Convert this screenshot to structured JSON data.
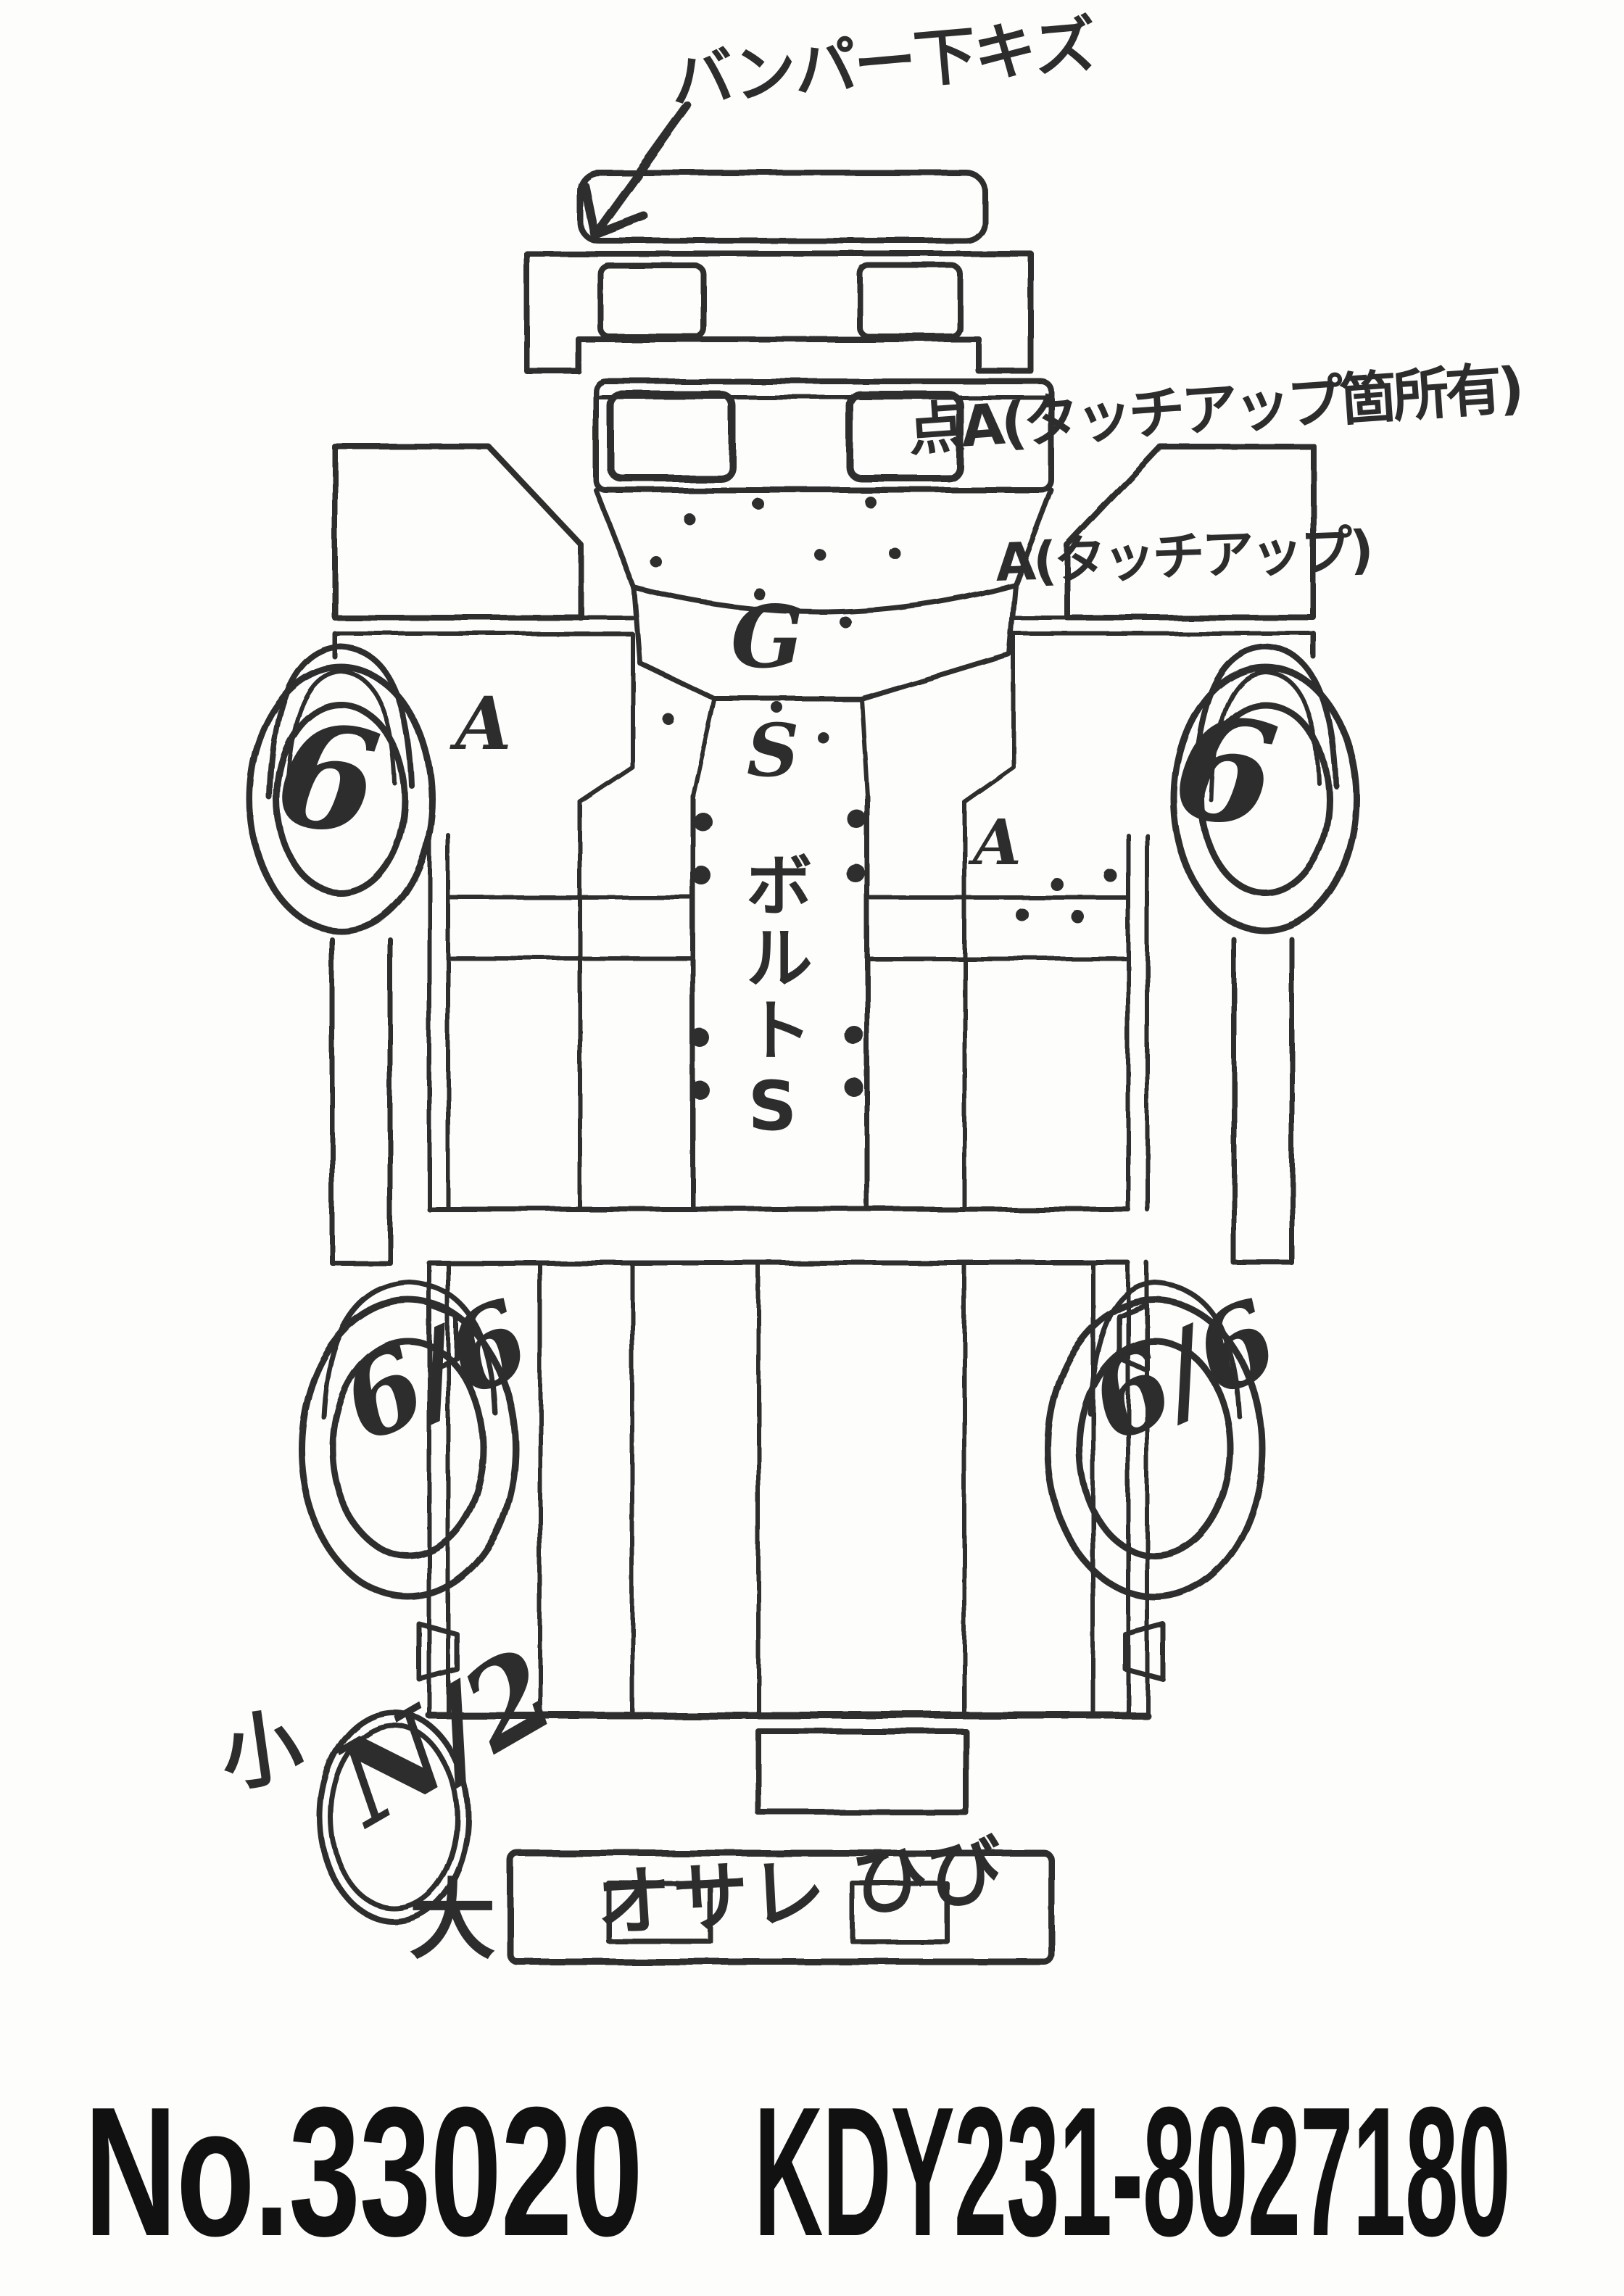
{
  "page": {
    "background": "#fdfdfb",
    "ink_color": "#2d2d2d"
  },
  "diagram": {
    "front_bumper_note": "バンパー下キズ",
    "paint_spot_note": "点A(タッチアップ箇所有)",
    "touch_up_note": "A(タッチアップ)",
    "left_door_mark": "A",
    "right_bed_mark": "A",
    "roof_mark": "G",
    "cab_back_mark": "S",
    "bed_bolt_note": "ボルトS",
    "wheels": {
      "front_left_tread": "6",
      "front_right_tread": "6",
      "rear_left_tread": "6/6",
      "rear_right_tread": "6/6"
    },
    "dent_badge": {
      "small_label": "小",
      "value": "N/2",
      "large_label": "大"
    },
    "rear_bumper": {
      "left_note": "オサレ",
      "right_note": "ひび"
    }
  },
  "footer": {
    "lot_number": "No.33020",
    "chassis_number": "KDY231-8027180"
  }
}
